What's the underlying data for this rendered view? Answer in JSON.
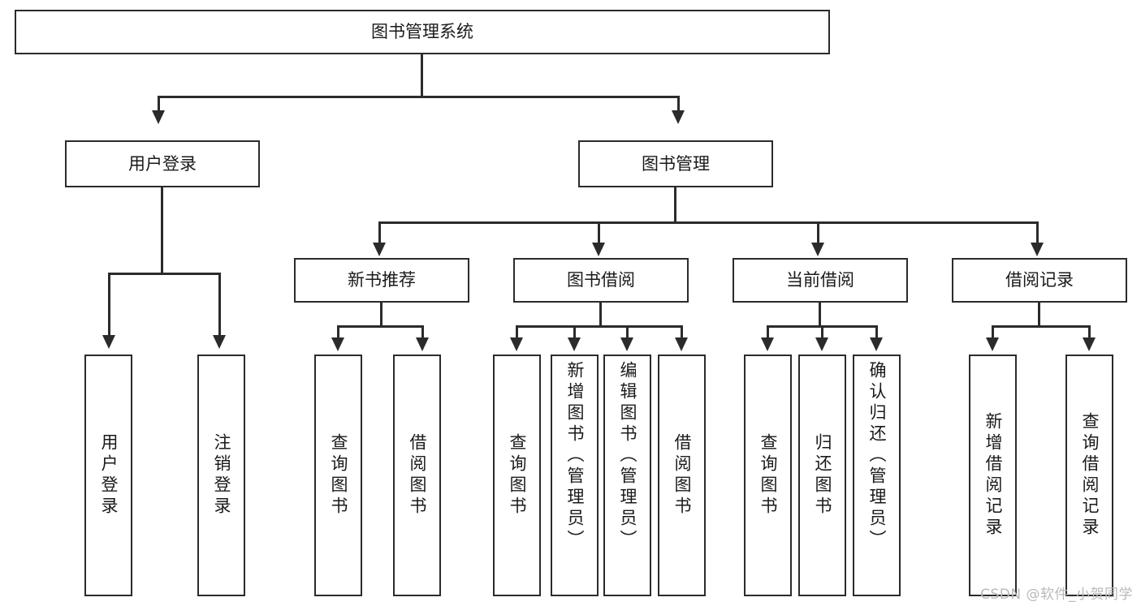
{
  "diagram": {
    "title": "图书管理系统",
    "root": {
      "label": "图书管理系统"
    },
    "level2": [
      {
        "label": "用户登录"
      },
      {
        "label": "图书管理"
      }
    ],
    "level3": [
      {
        "label": "新书推荐"
      },
      {
        "label": "图书借阅"
      },
      {
        "label": "当前借阅"
      },
      {
        "label": "借阅记录"
      }
    ],
    "leaves": [
      {
        "label": "用户登录",
        "parent": "用户登录"
      },
      {
        "label": "注销登录",
        "parent": "用户登录"
      },
      {
        "label": "查询图书",
        "parent": "新书推荐"
      },
      {
        "label": "借阅图书",
        "parent": "新书推荐"
      },
      {
        "label": "查询图书",
        "parent": "图书借阅"
      },
      {
        "label": "新增图书（管理员）",
        "parent": "图书借阅"
      },
      {
        "label": "编辑图书（管理员）",
        "parent": "图书借阅"
      },
      {
        "label": "借阅图书",
        "parent": "图书借阅"
      },
      {
        "label": "查询图书",
        "parent": "当前借阅"
      },
      {
        "label": "归还图书",
        "parent": "当前借阅"
      },
      {
        "label": "确认归还（管理员）",
        "parent": "当前借阅"
      },
      {
        "label": "新增借阅记录",
        "parent": "借阅记录"
      },
      {
        "label": "查询借阅记录",
        "parent": "借阅记录"
      }
    ]
  },
  "watermark": {
    "text": "CSDN @软件_小贺同学"
  },
  "colors": {
    "stroke": "#2b2b2b",
    "fill": "#ffffff",
    "text": "#1a1a1a",
    "watermark": "#b9b9b9"
  }
}
